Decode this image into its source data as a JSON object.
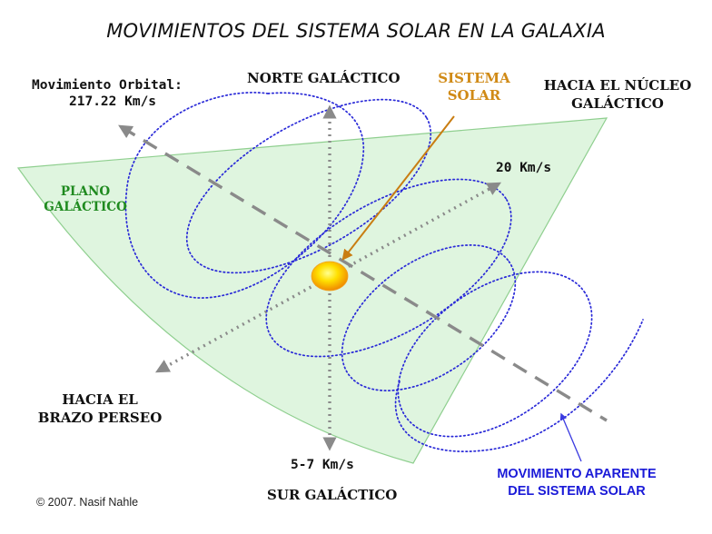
{
  "title": "MOVIMIENTOS DEL SISTEMA SOLAR EN LA GALAXIA",
  "labels": {
    "orbital_motion": "Movimiento Orbital:",
    "orbital_speed": "217.22 Km/s",
    "north": "NORTE GALÁCTICO",
    "solar_system_line1": "SISTEMA",
    "solar_system_line2": "SOLAR",
    "toward_nucleus_line1": "HACIA EL NÚCLEO",
    "toward_nucleus_line2": "GALÁCTICO",
    "plane_line1": "PLANO",
    "plane_line2": "GALÁCTICO",
    "speed_20": "20 Km/s",
    "toward_perseus_line1": "HACIA EL",
    "toward_perseus_line2": "BRAZO PERSEO",
    "speed_vertical": "5-7 Km/s",
    "south": "SUR GALÁCTICO",
    "apparent_motion_line1": "MOVIMIENTO APARENTE",
    "apparent_motion_line2": "DEL SISTEMA SOLAR",
    "credit": "© 2007. Nasif Nahle"
  },
  "colors": {
    "galactic_plane_fill": "#dff5df",
    "galactic_plane_stroke": "#8fcf8f",
    "orbit_path": "#2a2ad8",
    "axis_arrows": "#8a8a8a",
    "orbital_axis": "#8a8a8a",
    "sun_core": "#ffe000",
    "sun_edge": "#f08a00",
    "pointer_arrow": "#c97d12",
    "apparent_arrow": "#3a3ae0"
  }
}
